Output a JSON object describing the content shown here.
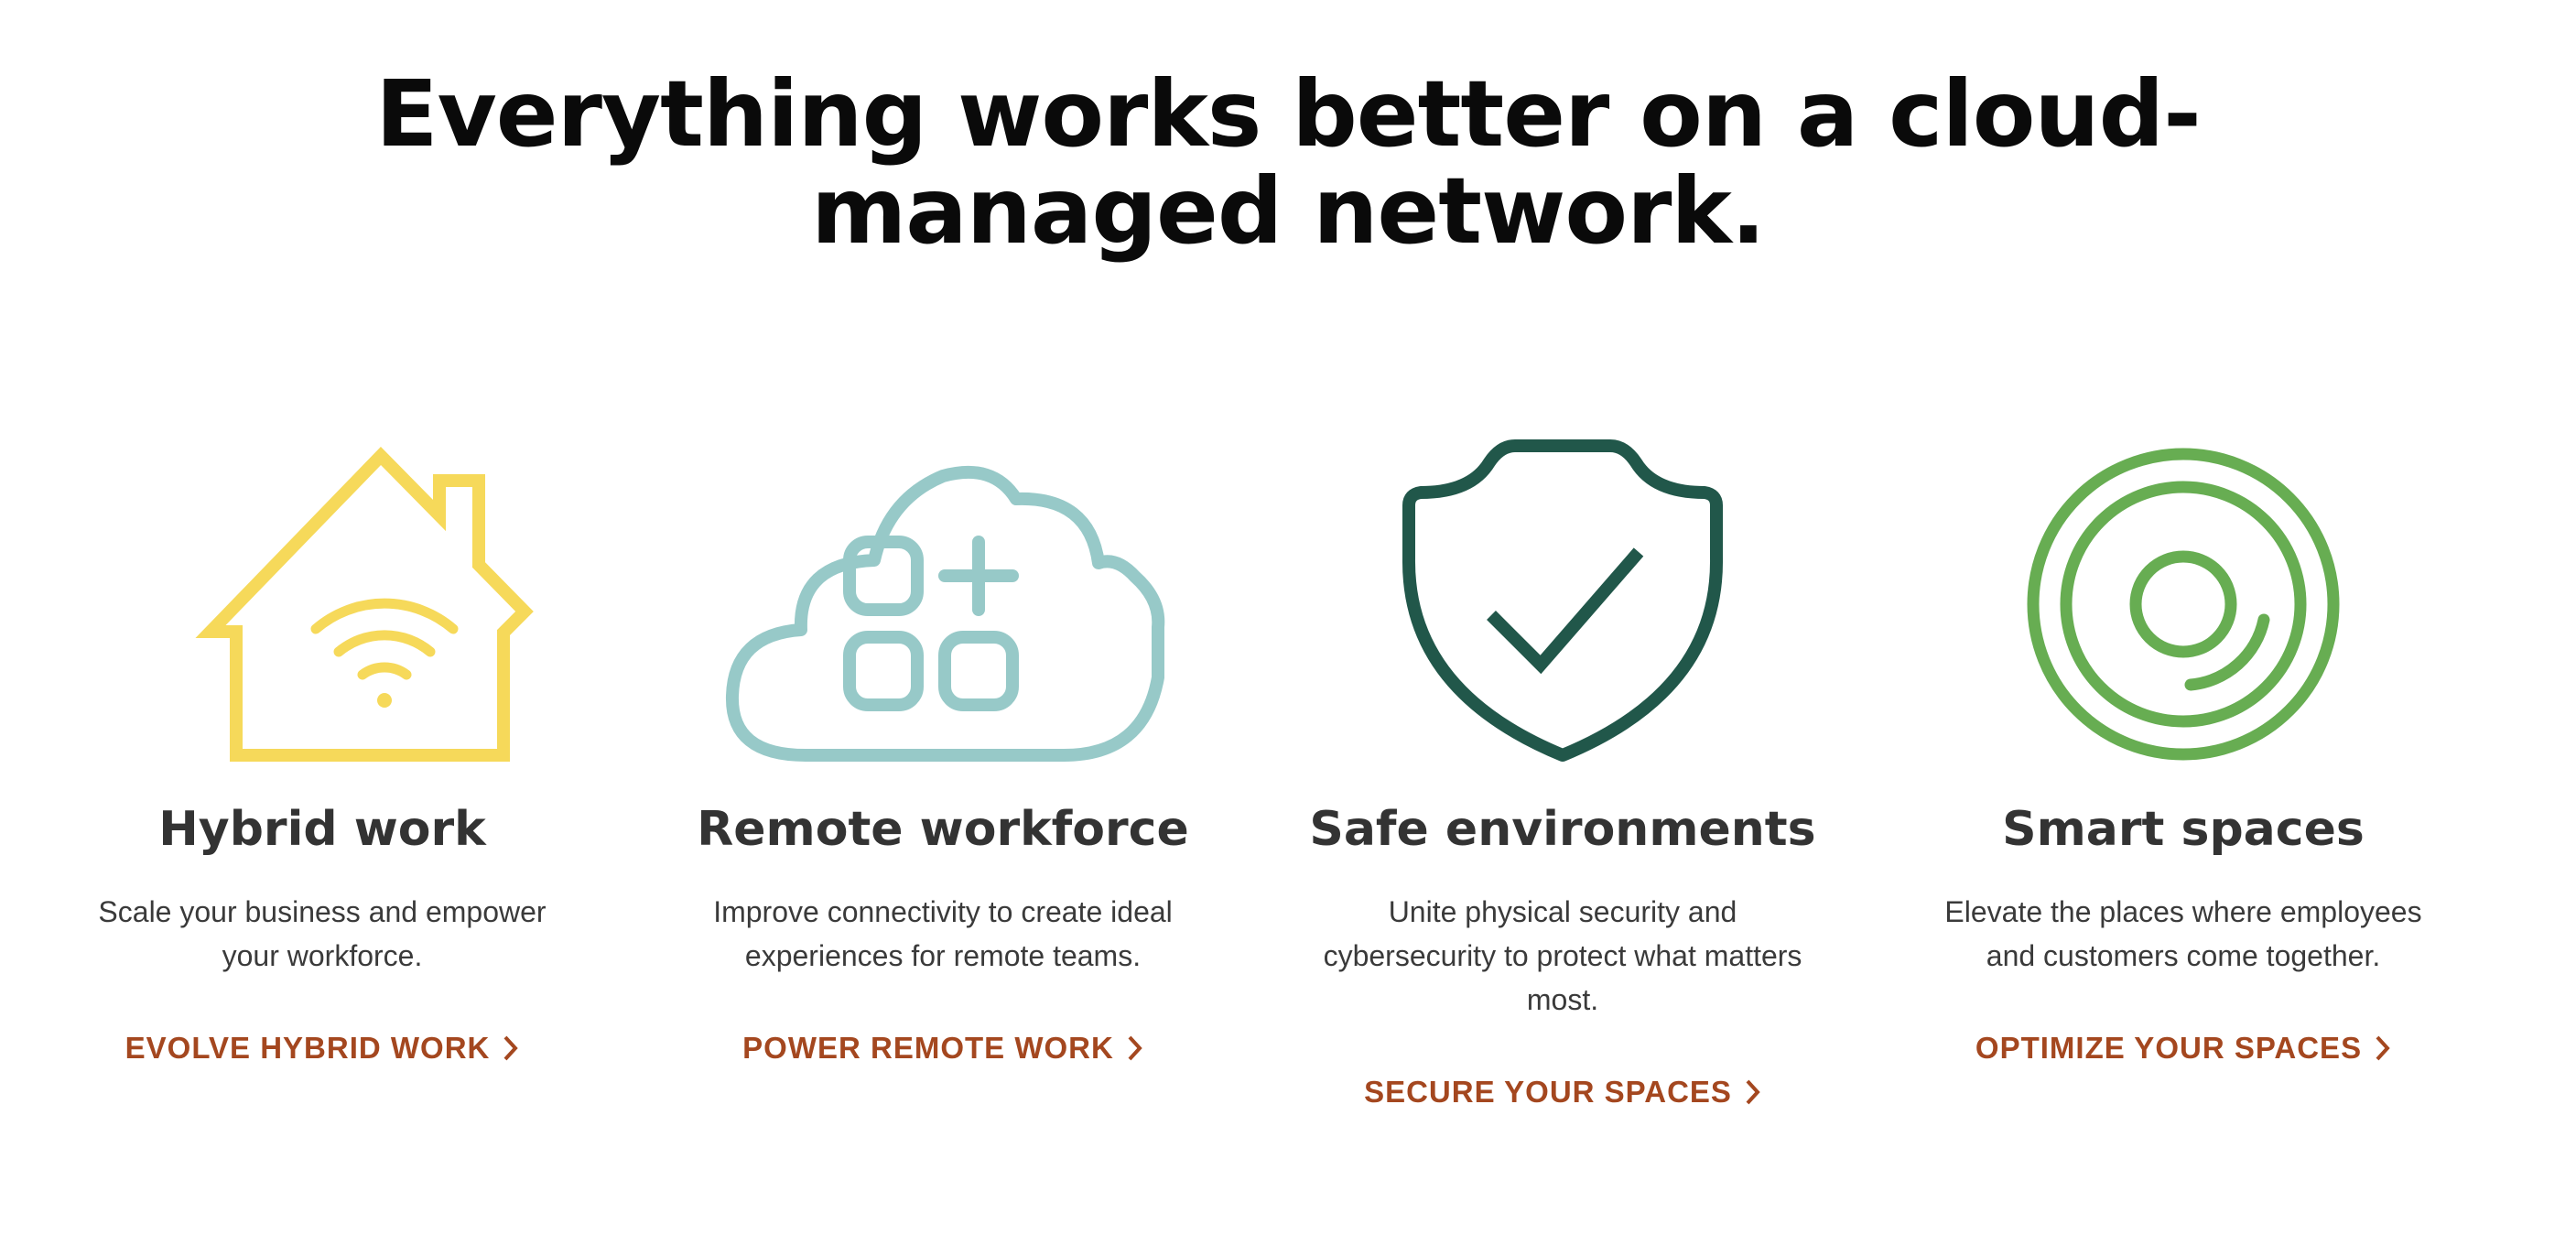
{
  "headline": {
    "line1": "Everything works better on a cloud-",
    "line2": "managed network."
  },
  "cards": [
    {
      "title": "Hybrid work",
      "description": "Scale your business and empower your workforce.",
      "cta": "EVOLVE HYBRID WORK",
      "icon": "house-wifi-icon",
      "color": "#f6d95a"
    },
    {
      "title": "Remote workforce",
      "description": "Improve connectivity to create ideal experiences for remote teams.",
      "cta": "POWER REMOTE WORK",
      "icon": "cloud-apps-icon",
      "color": "#97c9c8"
    },
    {
      "title": "Safe environments",
      "description": "Unite physical security and cybersecurity to protect what matters most.",
      "cta": "SECURE YOUR SPACES",
      "icon": "shield-check-icon",
      "color": "#21574a"
    },
    {
      "title": "Smart spaces",
      "description": "Elevate the places where employees and customers come together.",
      "cta": "OPTIMIZE YOUR SPACES",
      "icon": "concentric-circles-icon",
      "color": "#67ad52"
    }
  ],
  "colors": {
    "cta": "#a4471f",
    "heading": "#0a0a0a",
    "text": "#333333"
  }
}
